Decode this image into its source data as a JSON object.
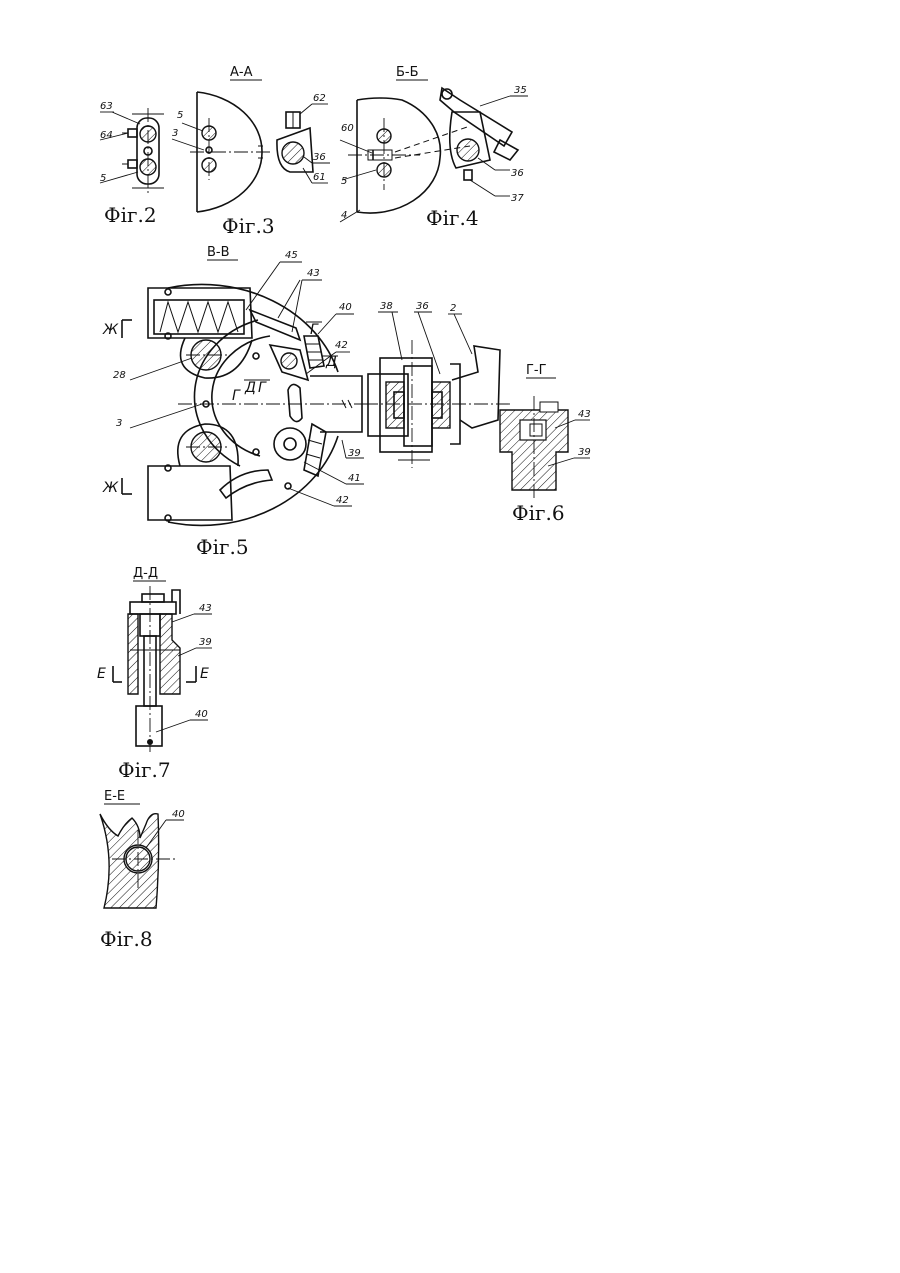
{
  "figures": {
    "fig2": {
      "caption": "Фіг.2",
      "labels": [
        "63",
        "64",
        "5"
      ]
    },
    "fig3": {
      "caption": "Фіг.3",
      "section": "А-А",
      "labels": [
        "5",
        "3",
        "62",
        "36",
        "61"
      ]
    },
    "fig4": {
      "caption": "Фіг.4",
      "section": "Б-Б",
      "labels": [
        "35",
        "60",
        "5",
        "4",
        "36",
        "37"
      ]
    },
    "fig5": {
      "caption": "Фіг.5",
      "section": "В-В",
      "labels": [
        "45",
        "43",
        "40",
        "42",
        "28",
        "3",
        "39",
        "41",
        "42",
        "38",
        "36",
        "2"
      ],
      "marks": [
        "Ж",
        "Ж",
        "Г",
        "Д",
        "Г",
        "Д",
        "Г"
      ]
    },
    "fig6": {
      "caption": "Фіг.6",
      "section": "Г-Г",
      "labels": [
        "43",
        "39"
      ]
    },
    "fig7": {
      "caption": "Фіг.7",
      "section": "Д-Д",
      "labels": [
        "43",
        "39",
        "40"
      ],
      "marks": [
        "Е",
        "Е"
      ]
    },
    "fig8": {
      "caption": "Фіг.8",
      "section": "Е-Е",
      "labels": [
        "40"
      ]
    }
  }
}
